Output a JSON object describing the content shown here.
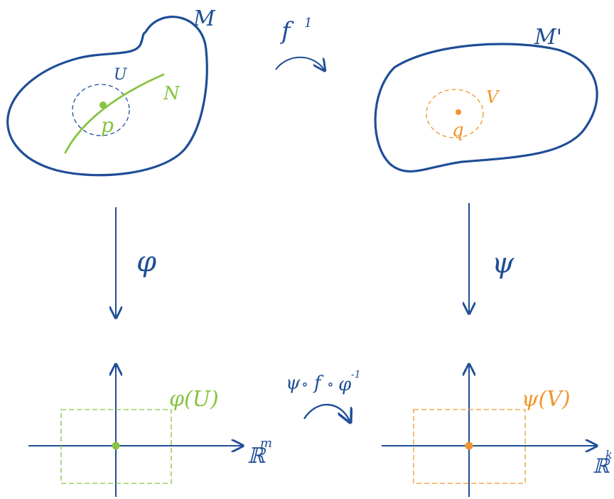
{
  "colors": {
    "blue": "#1f4e96",
    "green": "#86c441",
    "orange": "#f0962e"
  },
  "labels": {
    "manifold_m": "M",
    "manifold_m_prime": "M'",
    "submanifold_n": "N",
    "nbhd_u": "U",
    "nbhd_v": "V",
    "point_p": "p",
    "point_q": "q",
    "map_f": "f",
    "map_f_sup": "1",
    "chart_phi": "φ",
    "chart_psi": "ψ",
    "composite_psi": "ψ",
    "composite_f": "f",
    "composite_phi": "φ",
    "composite_phi_sup": "-1",
    "composite_dot": "∘",
    "image_phi_u": "φ(U)",
    "image_psi_v": "ψ(V)",
    "space_left": "ℝ",
    "space_left_sup": "m",
    "space_right": "ℝ",
    "space_right_sup": "k"
  }
}
